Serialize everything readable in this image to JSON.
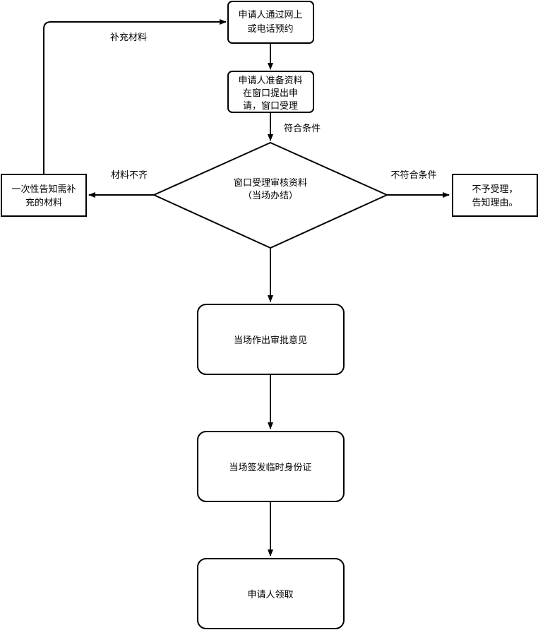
{
  "nodes": {
    "apply_online": {
      "lines": [
        "申请人通过网上",
        "或电话预约"
      ]
    },
    "prepare_materials": {
      "lines": [
        "申请人准备资料",
        "在窗口提出申",
        "请，窗口受理"
      ]
    },
    "review": {
      "lines": [
        "窗口受理审核资料",
        "（当场办结）"
      ]
    },
    "notify_supplement": {
      "lines": [
        "一次性告知需补",
        "充的材料"
      ]
    },
    "reject": {
      "lines": [
        "不予受理，",
        "告知理由。"
      ]
    },
    "approval": {
      "lines": [
        "当场作出审批意见"
      ]
    },
    "issue_id": {
      "lines": [
        "当场签发临时身份证"
      ]
    },
    "collect": {
      "lines": [
        "申请人领取"
      ]
    }
  },
  "edges": {
    "supplement_label": "补充材料",
    "meets_label": "符合条件",
    "incomplete_label": "材料不齐",
    "not_meets_label": "不符合条件"
  }
}
